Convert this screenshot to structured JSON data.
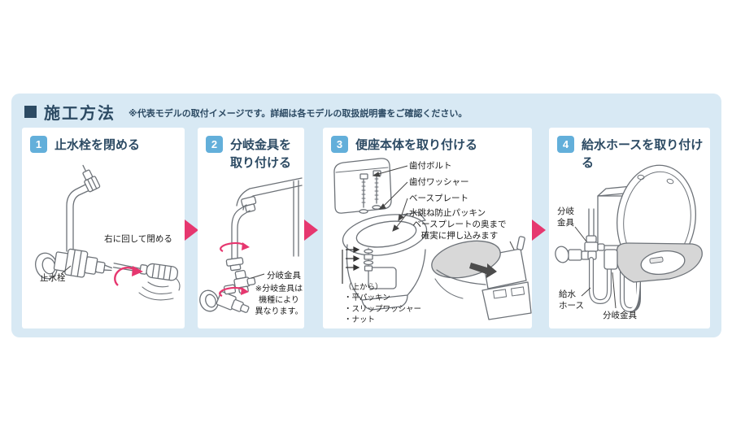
{
  "header": {
    "title": "施工方法",
    "note": "※代表モデルの取付イメージです。詳細は各モデルの取扱説明書をご確認ください。"
  },
  "colors": {
    "panel_bg": "#d8e9f4",
    "card_bg": "#ffffff",
    "badge_blue": "#63afda",
    "heading_text": "#2c4a63",
    "arrow_pink": "#e6376f",
    "illustration_line": "#6d7278"
  },
  "steps": [
    {
      "number": "1",
      "title": "止水栓を閉める",
      "labels": {
        "turn_note": "右に回して閉める",
        "valve": "止水栓"
      }
    },
    {
      "number": "2",
      "title": "分岐金具を\n取り付ける",
      "labels": {
        "fitting": "分岐金具",
        "note": "※分岐金具は\n機種により\n異なります。"
      }
    },
    {
      "number": "3",
      "title": "便座本体を取り付ける",
      "labels": {
        "bolt": "歯付ボルト",
        "washer": "歯付ワッシャー",
        "base_plate": "ベースプレート",
        "packing": "水跳ね防止パッキン",
        "push_note": "ベースプレートの奥まで\n確実に押し込みます",
        "stack_list": "（上から）\n・平パッキン\n・スリップワッシャー\n・ナット"
      }
    },
    {
      "number": "4",
      "title": "給水ホースを取り付ける",
      "labels": {
        "fitting_top": "分岐\n金具",
        "hose": "給水\nホース",
        "fitting_bottom": "分岐金具"
      }
    }
  ]
}
